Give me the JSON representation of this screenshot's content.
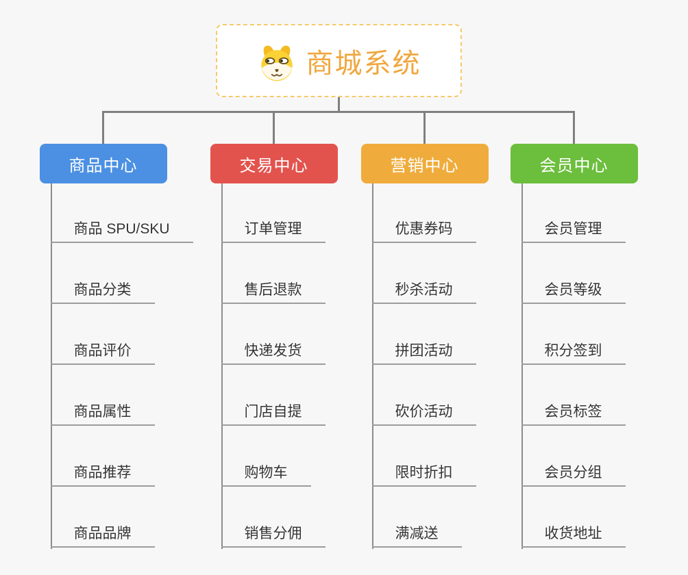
{
  "root": {
    "label": "商城系统",
    "icon": "shiba-dog-face-icon",
    "text_color": "#F0A73E",
    "border_color": "#F7C96B"
  },
  "branches": [
    {
      "label": "商品中心",
      "color": "#4B90E2",
      "children": [
        "商品 SPU/SKU",
        "商品分类",
        "商品评价",
        "商品属性",
        "商品推荐",
        "商品品牌"
      ]
    },
    {
      "label": "交易中心",
      "color": "#E3534E",
      "children": [
        "订单管理",
        "售后退款",
        "快递发货",
        "门店自提",
        "购物车",
        "销售分佣"
      ]
    },
    {
      "label": "营销中心",
      "color": "#EFAC3C",
      "children": [
        "优惠券码",
        "秒杀活动",
        "拼团活动",
        "砍价活动",
        "限时折扣",
        "满减送"
      ]
    },
    {
      "label": "会员中心",
      "color": "#6CBE3D",
      "children": [
        "会员管理",
        "会员等级",
        "积分签到",
        "会员标签",
        "会员分组",
        "收货地址"
      ]
    }
  ],
  "colors": {
    "background": "#F7F7F7",
    "connector": "#7F7F7F",
    "trunk": "#8C8C8C",
    "underline": "#9C9C9C",
    "sub_topic_text": "#333333"
  }
}
